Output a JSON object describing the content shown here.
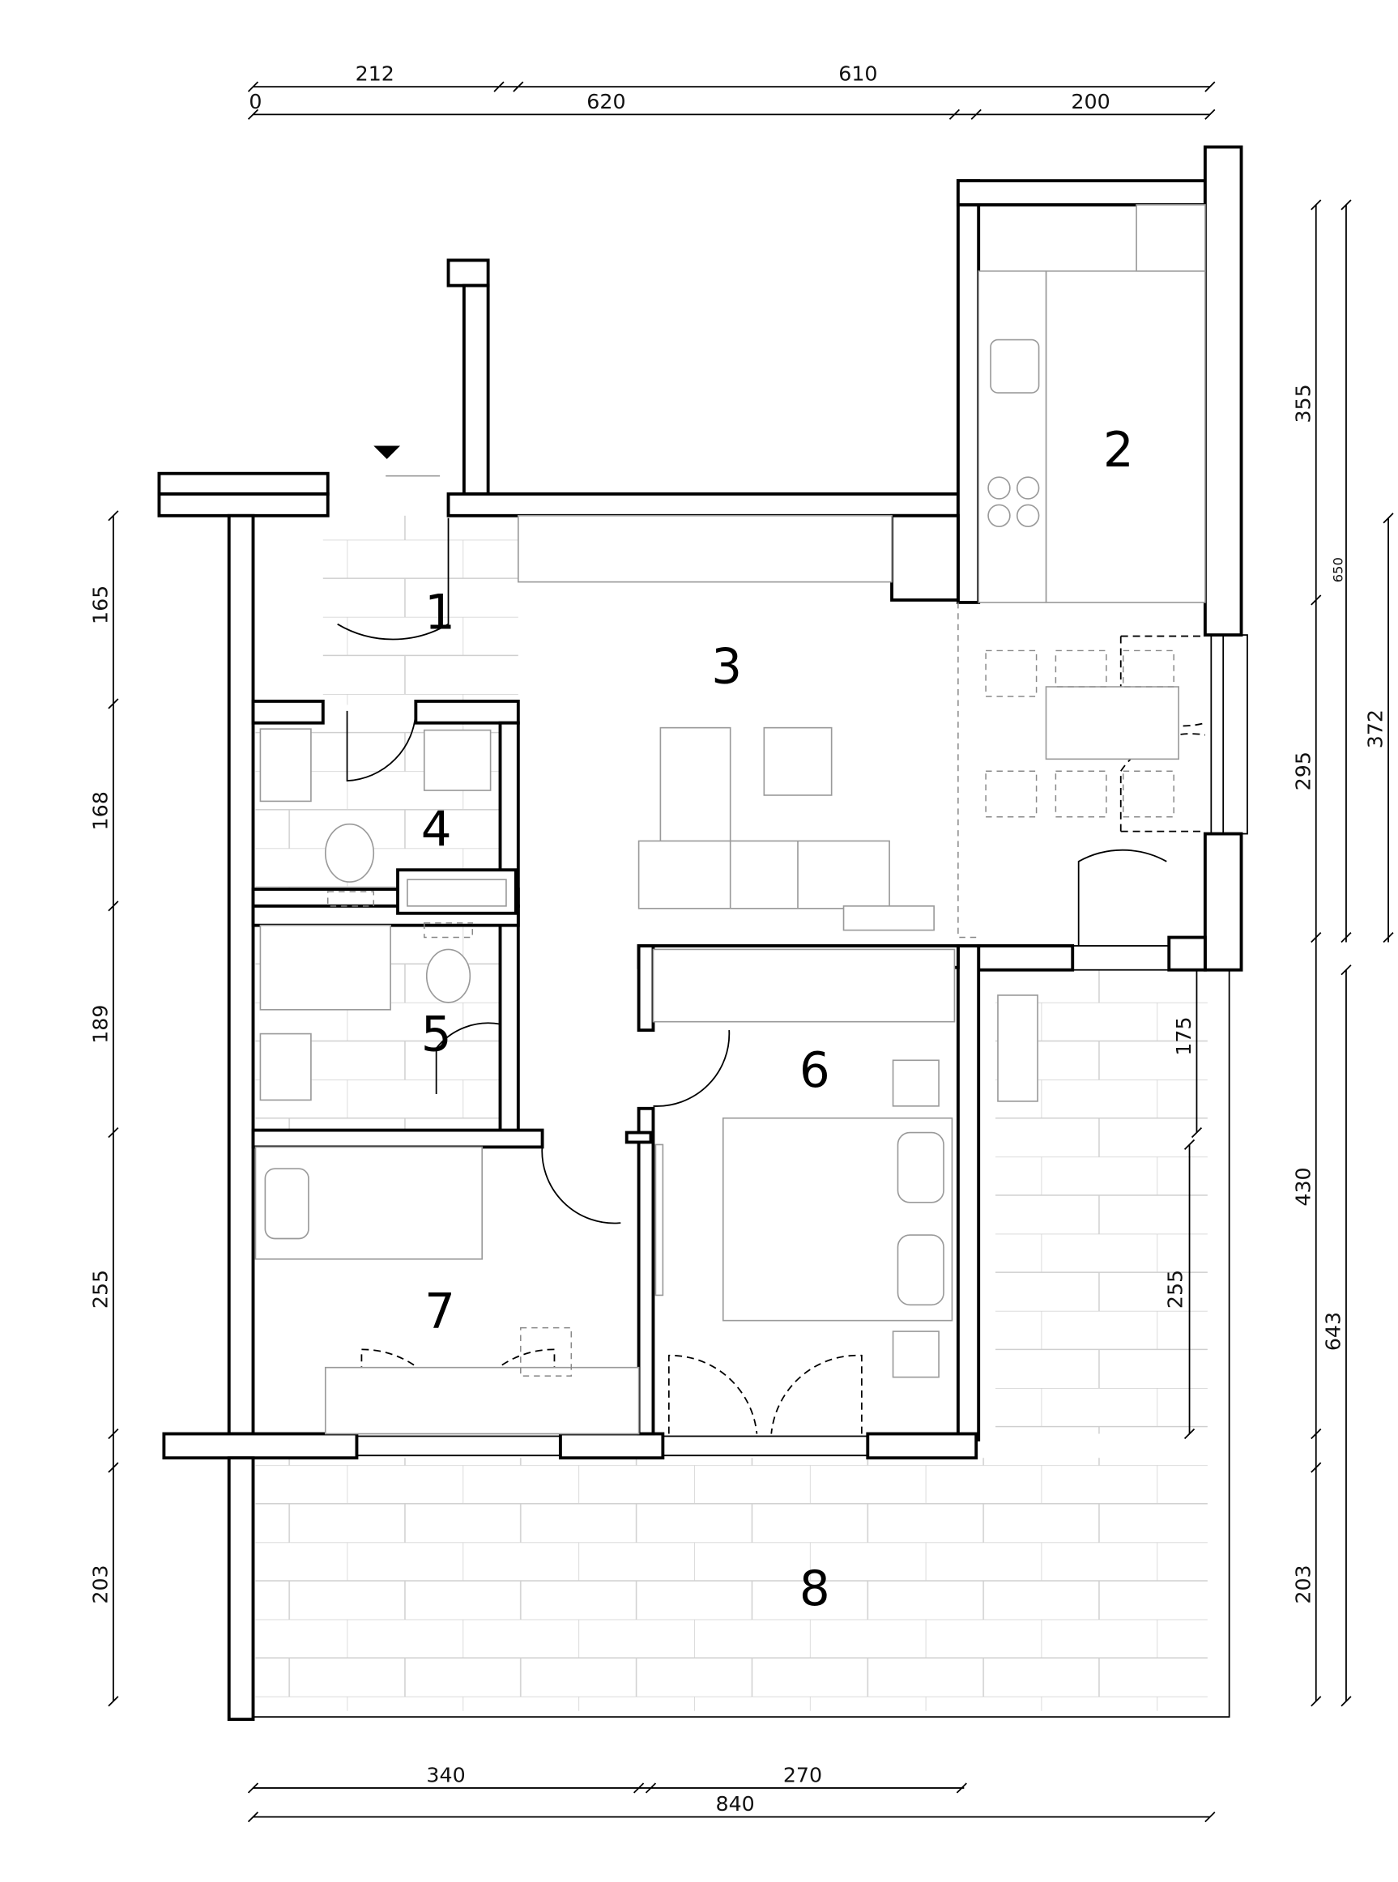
{
  "plan": {
    "rooms": [
      "1",
      "2",
      "3",
      "4",
      "5",
      "6",
      "7",
      "8"
    ],
    "dims": {
      "top": [
        "212",
        "610",
        "0",
        "620",
        "200"
      ],
      "left": [
        "165",
        "168",
        "189",
        "255",
        "203"
      ],
      "right": [
        "355",
        "650",
        "295",
        "372",
        "175",
        "430",
        "255",
        "643",
        "203"
      ],
      "bottom": [
        "340",
        "270",
        "840"
      ]
    },
    "colors": {
      "wall": "#000000",
      "furniture": "#9a9a9a",
      "tile": "#cfcfcf"
    }
  }
}
